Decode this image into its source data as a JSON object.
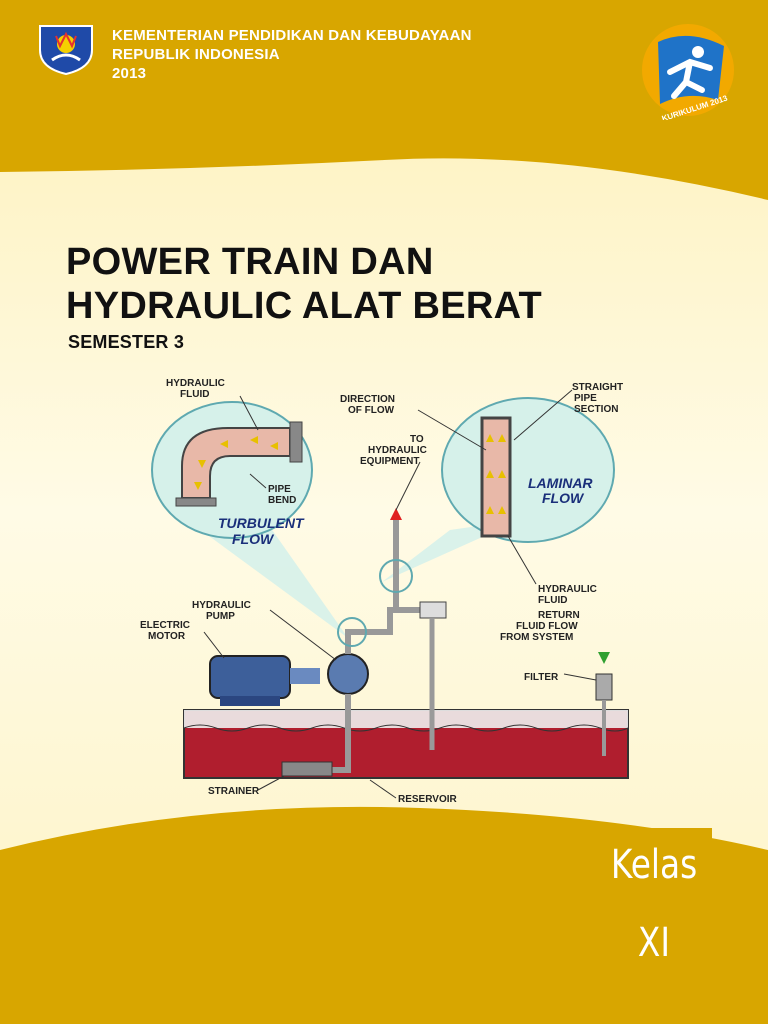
{
  "header": {
    "line1": "KEMENTERIAN PENDIDIKAN DAN KEBUDAYAAN",
    "line2": "REPUBLIK INDONESIA",
    "line3": "2013"
  },
  "logo_right": {
    "caption": "KURIKULUM 2013"
  },
  "title": {
    "line1": "POWER TRAIN DAN",
    "line2": "HYDRAULIC ALAT BERAT"
  },
  "semester": "SEMESTER 3",
  "diagram": {
    "hydraulic_fluid_top": [
      "HYDRAULIC",
      "FLUID"
    ],
    "pipe_bend": [
      "PIPE",
      "BEND"
    ],
    "turbulent_flow": [
      "TURBULENT",
      "FLOW"
    ],
    "direction_of_flow": [
      "DIRECTION",
      "OF FLOW"
    ],
    "to_hydraulic_equipment": [
      "TO",
      "HYDRAULIC",
      "EQUIPMENT"
    ],
    "straight_pipe_section": [
      "STRAIGHT",
      "PIPE",
      "SECTION"
    ],
    "laminar_flow": [
      "LAMINAR",
      "FLOW"
    ],
    "hydraulic_fluid_bottom": [
      "HYDRAULIC",
      "FLUID"
    ],
    "hydraulic_pump": [
      "HYDRAULIC",
      "PUMP"
    ],
    "electric_motor": [
      "ELECTRIC",
      "MOTOR"
    ],
    "return_fluid_flow": [
      "RETURN",
      "FLUID FLOW",
      "FROM SYSTEM"
    ],
    "filter": "FILTER",
    "strainer": "STRAINER",
    "reservoir": "RESERVOIR"
  },
  "kelas": {
    "label": "Kelas",
    "grade": "XI"
  },
  "colors": {
    "gold": "#d8a600",
    "cream": "#fdf6cf",
    "reservoir_red": "#b01e2e"
  }
}
